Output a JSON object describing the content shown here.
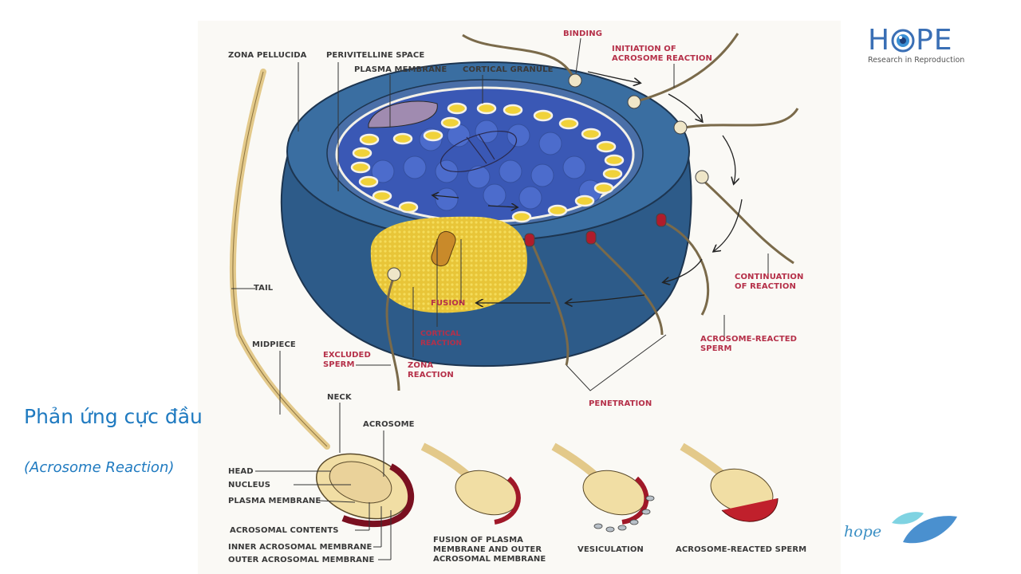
{
  "slide": {
    "title": "Phản ứng cực đầu",
    "subtitle": "(Acrosome Reaction)"
  },
  "logo_top": {
    "letters": [
      "H",
      "P",
      "E"
    ],
    "eye_icon": "eye-icon",
    "tagline": "Research in Reproduction",
    "color": "#3a6fb5"
  },
  "logo_bottom": {
    "text": "hope",
    "icon": "leaves-icon",
    "colors": [
      "#7fd3e2",
      "#4a90cf"
    ]
  },
  "diagram": {
    "colors": {
      "zona": "#2f5f8f",
      "cytoplasm": "#3b5fb8",
      "granule": "#f0d23a",
      "acrosome": "#b01c2b",
      "sperm": "#f1dea4",
      "label_dark": "#3a3a3a",
      "label_red": "#b53049"
    },
    "egg_labels": {
      "zona_pellucida": "ZONA PELLUCIDA",
      "perivitelline_space": "PERIVITELLINE SPACE",
      "plasma_membrane": "PLASMA MEMBRANE",
      "cortical_granule": "CORTICAL GRANULE"
    },
    "process_labels": {
      "binding": "BINDING",
      "initiation": "INITIATION OF\nACROSOME REACTION",
      "continuation": "CONTINUATION\nOF REACTION",
      "acrosome_reacted_sperm": "ACROSOME-REACTED\nSPERM",
      "penetration": "PENETRATION",
      "fusion": "FUSION",
      "cortical_reaction": "CORTICAL\nREACTION",
      "zona_reaction": "ZONA\nREACTION",
      "excluded_sperm": "EXCLUDED\nSPERM"
    },
    "sperm_labels": {
      "tail": "TAIL",
      "midpiece": "MIDPIECE",
      "neck": "NECK",
      "acrosome": "ACROSOME",
      "head": "HEAD",
      "nucleus": "NUCLEUS",
      "plasma_membrane": "PLASMA MEMBRANE",
      "acrosomal_contents": "ACROSOMAL CONTENTS",
      "inner_acrosomal_membrane": "INNER ACROSOMAL MEMBRANE",
      "outer_acrosomal_membrane": "OUTER ACROSOMAL MEMBRANE"
    },
    "stage_labels": [
      "FUSION OF PLASMA\nMEMBRANE AND OUTER\nACROSOMAL MEMBRANE",
      "VESICULATION",
      "ACROSOME-REACTED SPERM"
    ]
  }
}
